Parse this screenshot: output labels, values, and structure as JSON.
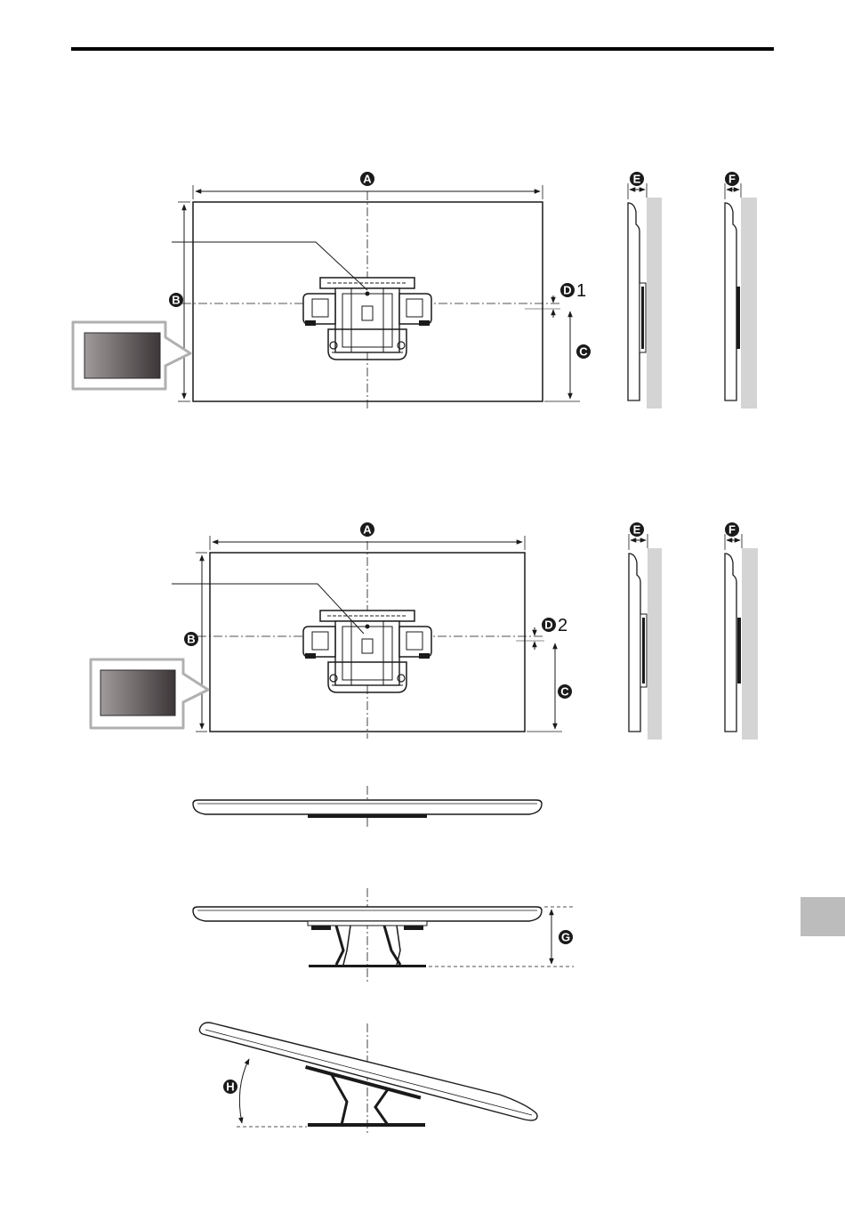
{
  "labels": {
    "a": "A",
    "b": "B",
    "c": "C",
    "d": "D",
    "e": "E",
    "f": "F",
    "g": "G",
    "h": "H"
  },
  "d_suffixes": {
    "figure_1": "1",
    "figure_2": "2"
  },
  "colors": {
    "line": "#1a1a1a",
    "wall": "#d4d4d4",
    "tab": "#bcbcbc",
    "callout_border": "#b0b0b0",
    "screen_gradient_start": "#a09a9a",
    "screen_gradient_end": "#3c3638"
  },
  "icons": {
    "label_badge": "filled-circle-letter",
    "callout": "tv-thumbnail-callout"
  }
}
